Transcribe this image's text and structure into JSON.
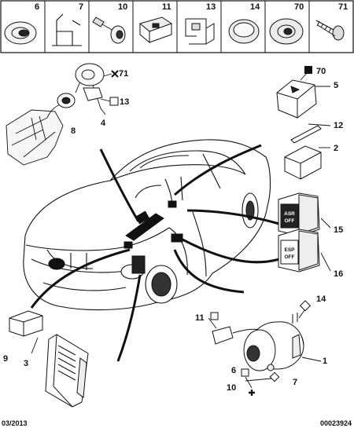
{
  "header_strip": {
    "cells": [
      {
        "ref": "6",
        "icon": "grommet-icon"
      },
      {
        "ref": "7",
        "icon": "wire-clip-icon"
      },
      {
        "ref": "10",
        "icon": "push-pin-icon"
      },
      {
        "ref": "11",
        "icon": "connector-plug-icon"
      },
      {
        "ref": "13",
        "icon": "bracket-clip-icon"
      },
      {
        "ref": "14",
        "icon": "blanking-plug-icon"
      },
      {
        "ref": "70",
        "icon": "rubber-boot-icon"
      },
      {
        "ref": "71",
        "icon": "screw-icon"
      }
    ]
  },
  "callouts": {
    "c71": "71",
    "c13": "13",
    "c8": "8",
    "c4": "4",
    "c70": "70",
    "c5": "5",
    "c12": "12",
    "c2": "2",
    "c15": "15",
    "c16": "16",
    "c9": "9",
    "c3": "3",
    "c11": "11",
    "c14": "14",
    "c1": "1",
    "c6": "6",
    "c7": "7",
    "c10": "10"
  },
  "switch_labels": {
    "asr_top": "ASR",
    "asr_bottom": "OFF",
    "esp_top": "ESP",
    "esp_bottom": "OFF"
  },
  "footer": {
    "date": "03/2013",
    "ref": "00023924"
  }
}
